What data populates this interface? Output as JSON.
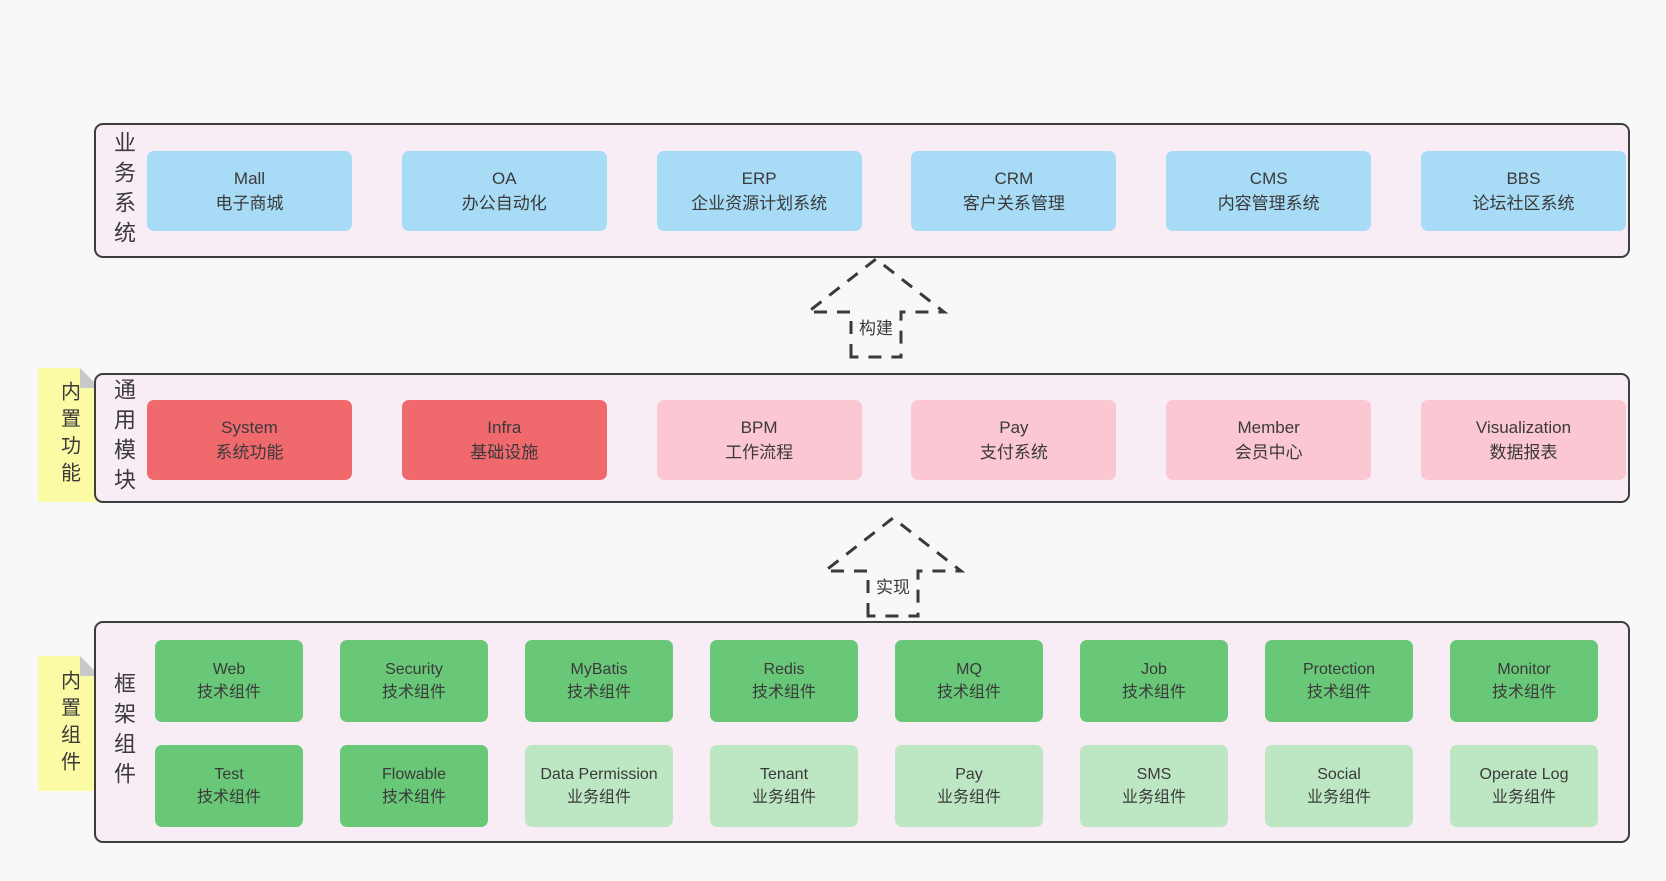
{
  "colors": {
    "canvas_bg": "#f8f8f8",
    "panel_bg": "#f8edf5",
    "panel_border": "#3d3d3d",
    "box_blue": "#a7dbf6",
    "box_red": "#f0696d",
    "box_pink": "#fbc7d2",
    "box_green_dark": "#69c778",
    "box_green_light": "#bde7c2",
    "note_yellow": "#fbfba5",
    "note_fold_gray": "#c8c8c8",
    "text": "#3a3a3a"
  },
  "arrows": [
    {
      "label": "构建"
    },
    {
      "label": "实现"
    }
  ],
  "bands": {
    "business": {
      "label": "业务系统",
      "boxes": [
        {
          "en": "Mall",
          "zh": "电子商城",
          "variant": "blue"
        },
        {
          "en": "OA",
          "zh": "办公自动化",
          "variant": "blue"
        },
        {
          "en": "ERP",
          "zh": "企业资源计划系统",
          "variant": "blue"
        },
        {
          "en": "CRM",
          "zh": "客户关系管理",
          "variant": "blue"
        },
        {
          "en": "CMS",
          "zh": "内容管理系统",
          "variant": "blue"
        },
        {
          "en": "BBS",
          "zh": "论坛社区系统",
          "variant": "blue"
        }
      ]
    },
    "modules": {
      "label": "通用模块",
      "note": "内置功能",
      "boxes": [
        {
          "en": "System",
          "zh": "系统功能",
          "variant": "red"
        },
        {
          "en": "Infra",
          "zh": "基础设施",
          "variant": "red"
        },
        {
          "en": "BPM",
          "zh": "工作流程",
          "variant": "pink"
        },
        {
          "en": "Pay",
          "zh": "支付系统",
          "variant": "pink"
        },
        {
          "en": "Member",
          "zh": "会员中心",
          "variant": "pink"
        },
        {
          "en": "Visualization",
          "zh": "数据报表",
          "variant": "pink"
        }
      ]
    },
    "components": {
      "label": "框架组件",
      "note": "内置组件",
      "row1": [
        {
          "en": "Web",
          "zh": "技术组件",
          "variant": "green-dark"
        },
        {
          "en": "Security",
          "zh": "技术组件",
          "variant": "green-dark"
        },
        {
          "en": "MyBatis",
          "zh": "技术组件",
          "variant": "green-dark"
        },
        {
          "en": "Redis",
          "zh": "技术组件",
          "variant": "green-dark"
        },
        {
          "en": "MQ",
          "zh": "技术组件",
          "variant": "green-dark"
        },
        {
          "en": "Job",
          "zh": "技术组件",
          "variant": "green-dark"
        },
        {
          "en": "Protection",
          "zh": "技术组件",
          "variant": "green-dark"
        },
        {
          "en": "Monitor",
          "zh": "技术组件",
          "variant": "green-dark"
        }
      ],
      "row2": [
        {
          "en": "Test",
          "zh": "技术组件",
          "variant": "green-dark"
        },
        {
          "en": "Flowable",
          "zh": "技术组件",
          "variant": "green-dark"
        },
        {
          "en": "Data Permission",
          "zh": "业务组件",
          "variant": "green-light"
        },
        {
          "en": "Tenant",
          "zh": "业务组件",
          "variant": "green-light"
        },
        {
          "en": "Pay",
          "zh": "业务组件",
          "variant": "green-light"
        },
        {
          "en": "SMS",
          "zh": "业务组件",
          "variant": "green-light"
        },
        {
          "en": "Social",
          "zh": "业务组件",
          "variant": "green-light"
        },
        {
          "en": "Operate Log",
          "zh": "业务组件",
          "variant": "green-light"
        }
      ]
    }
  }
}
